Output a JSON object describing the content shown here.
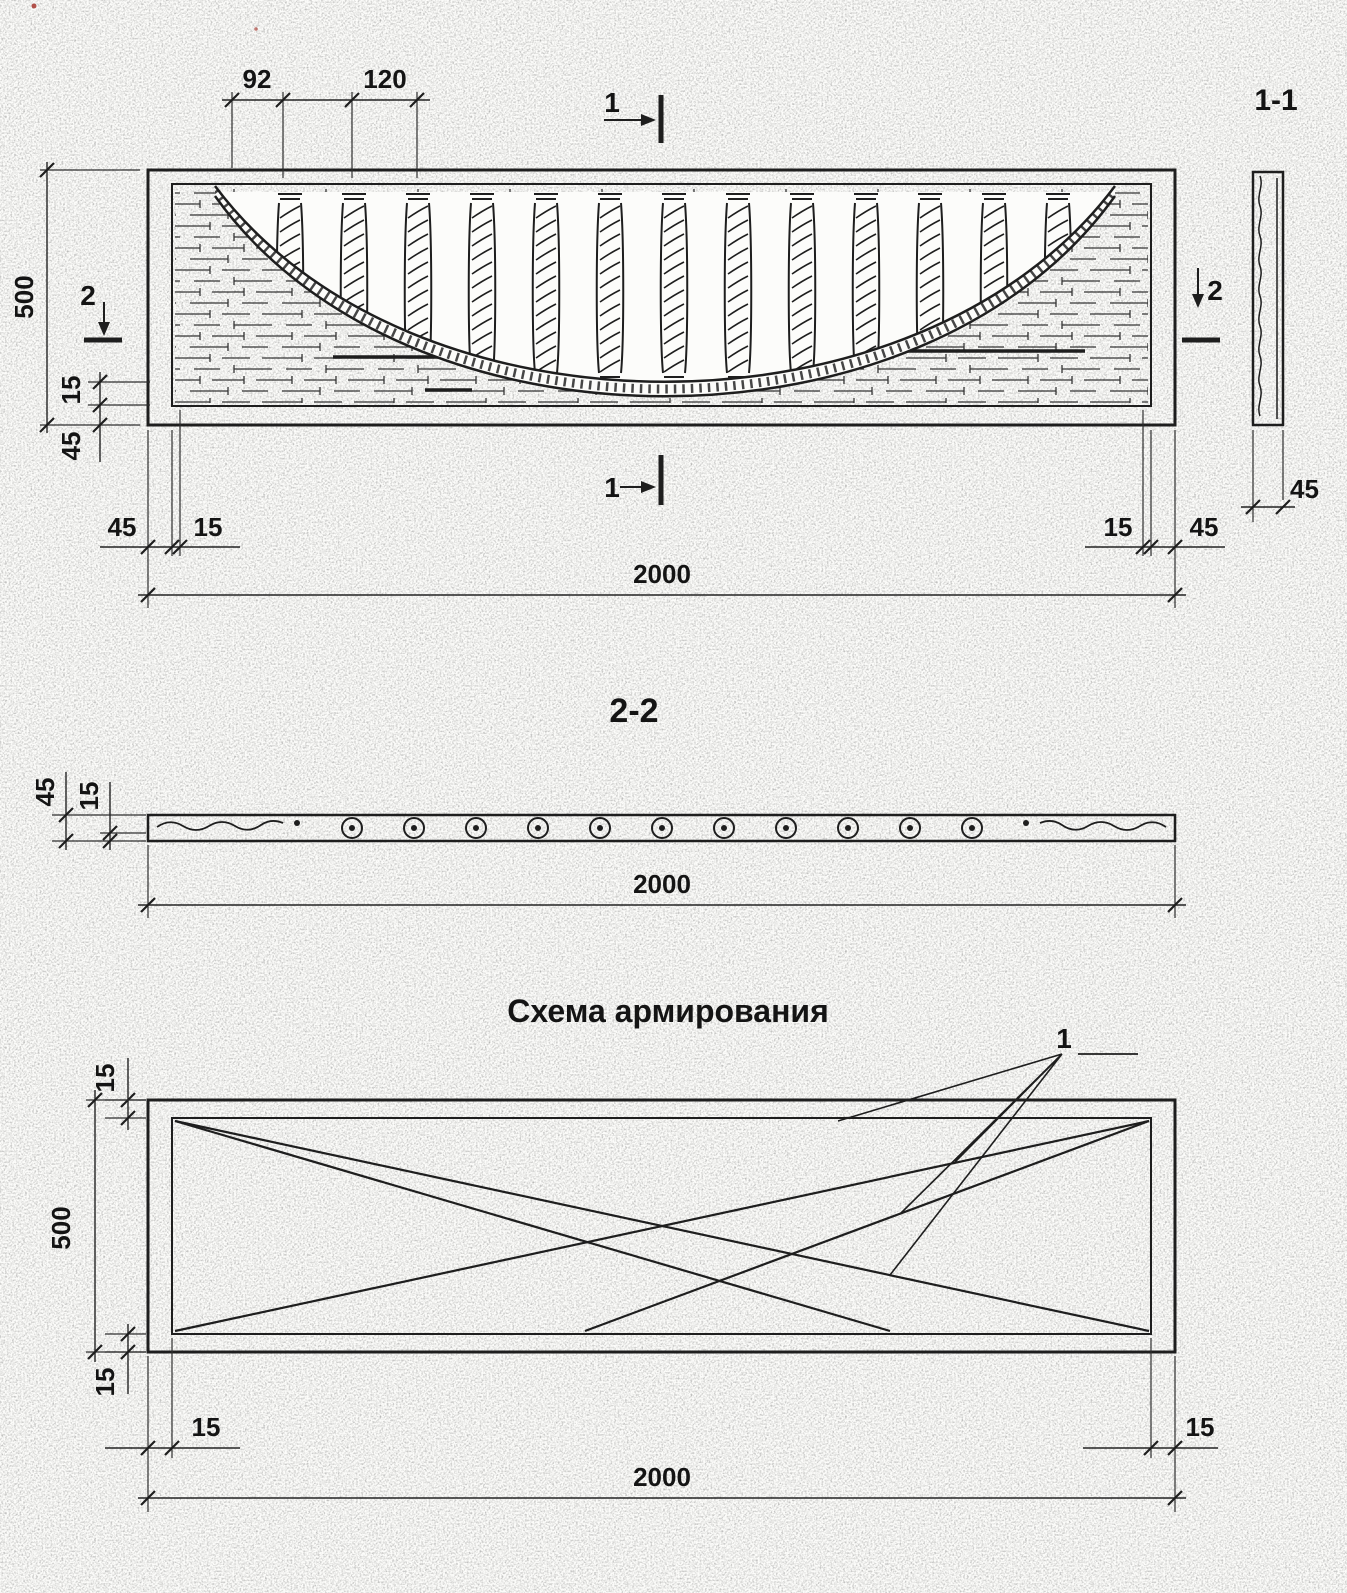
{
  "front_view": {
    "dim_92": "92",
    "dim_120": "120",
    "dim_500": "500",
    "dim_15_side": "15",
    "dim_45_side": "45",
    "dim_45_bottom_left": "45",
    "dim_15_bottom_left": "15",
    "dim_15_bottom_right": "15",
    "dim_45_bottom_right": "45",
    "dim_2000": "2000",
    "mark_1_top": "1",
    "mark_1_bottom": "1",
    "mark_2_left": "2",
    "mark_2_right": "2"
  },
  "section_1_1": {
    "title": "1-1",
    "dim_45": "45"
  },
  "section_2_2": {
    "title": "2-2",
    "dim_45": "45",
    "dim_15": "15",
    "dim_2000": "2000"
  },
  "reinforcement": {
    "title": "Схема армирования",
    "rebar_label": "1",
    "dim_15_top": "15",
    "dim_500": "500",
    "dim_15_bottom": "15",
    "dim_15_left": "15",
    "dim_15_right": "15",
    "dim_2000": "2000"
  }
}
